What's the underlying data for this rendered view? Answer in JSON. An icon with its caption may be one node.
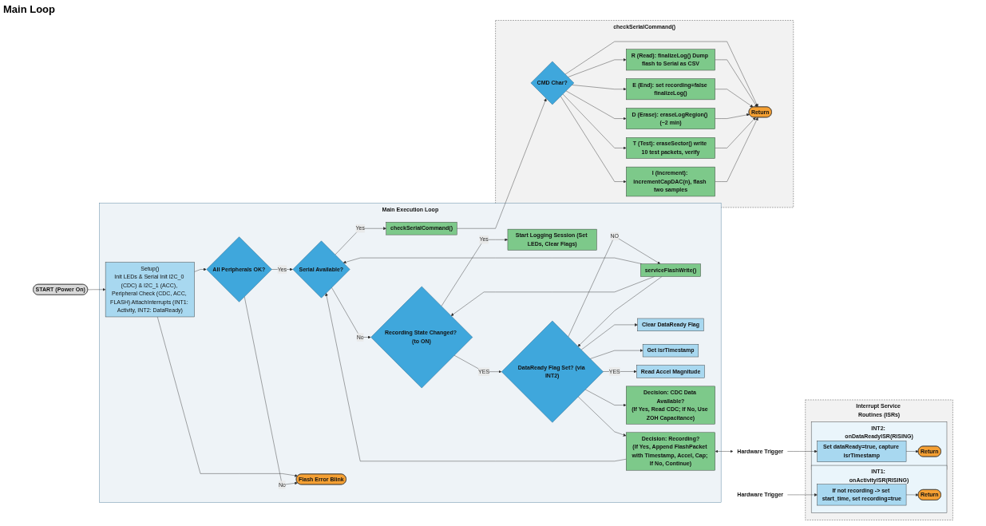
{
  "diagram": {
    "nodes": [
      {
        "text": [
          "START (Power On)"
        ]
      },
      {
        "text": [
          "Main Execution Loop"
        ]
      },
      {
        "text": [
          "Setup()",
          "Init LEDs & Serial Init I2C_0 (CDC) & I2C_1 (ACC), Peripheral Check (CDC, ACC, FLASH) AttachInterrupts (INT1: Activity, INT2: DataReady)"
        ],
        "in": 1
      },
      {
        "text": [
          "All Peripherals OK?"
        ],
        "in": 1
      },
      {
        "text": [
          "Flash Error Blink"
        ],
        "in": 1
      },
      {
        "text": [
          "Serial Available?"
        ],
        "in": 1
      },
      {
        "text": [
          "checkSerialCommand()"
        ],
        "in": 1
      },
      {
        "text": [
          "Recording State Changed? (to ON)"
        ],
        "in": 1
      },
      {
        "text": [
          "Start Logging Session (Set LEDs, Clear Flags)"
        ],
        "in": 1
      },
      {
        "text": [
          "DataReady Flag Set? (via INT2)"
        ],
        "in": 1
      },
      {
        "text": [
          "Clear DataReady Flag"
        ],
        "in": 1
      },
      {
        "text": [
          "Get isrTimestamp"
        ],
        "in": 1
      },
      {
        "text": [
          "Read Accel Magnitude"
        ],
        "in": 1
      },
      {
        "text": [
          "Decision: CDC Data Available?",
          "(If Yes, Read CDC; If No, Use ZOH Capacitance)"
        ],
        "in": 1
      },
      {
        "text": [
          "Decision: Recording?",
          "(If Yes, Append FlashPacket with Timestamp, Accel, Cap; If No, Continue)"
        ],
        "in": 1
      },
      {
        "text": [
          "serviceFlashWrite()"
        ],
        "in": 1
      },
      {
        "text": [
          "checkSerialCommand()"
        ]
      },
      {
        "text": [
          "CMD Char?"
        ],
        "in": 16
      },
      {
        "text": [
          "R (Read): finalizeLog() Dump flash to Serial as CSV"
        ],
        "in": 16
      },
      {
        "text": [
          "E (End): set recording=false finalizeLog()"
        ],
        "in": 16
      },
      {
        "text": [
          "D (Erase): eraseLogRegion() (~2 min)"
        ],
        "in": 16
      },
      {
        "text": [
          "T (Test): eraseSector() write 10 test packets, verify"
        ],
        "in": 16
      },
      {
        "text": [
          "I (Increment): incrementCapDAC(n), flash two samples"
        ],
        "in": 16
      },
      {
        "text": [
          "Return"
        ],
        "in": 16
      },
      {
        "text": [
          "Interrupt Service Routines (ISRs)"
        ]
      },
      {
        "text": [
          "INT1: onActivityISR(RISING)"
        ],
        "in": 24
      },
      {
        "text": [
          "If not recording -> set start_time, set recording=true"
        ],
        "in": 25
      },
      {
        "text": [
          "Return"
        ],
        "in": 25
      },
      {
        "text": [
          "INT2: onDataReadyISR(RISING)"
        ],
        "in": 24
      },
      {
        "text": [
          "Set dataReady=true, capture isrTimestamp"
        ],
        "in": 28
      },
      {
        "text": [
          "Return"
        ],
        "in": 28
      },
      {
        "text": [
          "Hardware Trigger"
        ]
      },
      {
        "text": [
          "Hardware Trigger"
        ]
      }
    ],
    "edges": [
      {
        "from": 0,
        "to": 2,
        "arrow": "to"
      },
      {
        "from": 2,
        "to": 3,
        "arrow": "to"
      },
      {
        "from": 2,
        "to": 4,
        "arrow": "to"
      },
      {
        "from": 3,
        "to": 4,
        "arrow": "to",
        "label": "No"
      },
      {
        "from": 3,
        "to": 5,
        "arrow": "to",
        "label": "Yes"
      },
      {
        "from": 5,
        "to": 6,
        "arrow": "to",
        "label": "Yes"
      },
      {
        "from": 5,
        "to": 7,
        "arrow": "to",
        "label": "No"
      },
      {
        "from": 7,
        "to": 8,
        "arrow": "to",
        "label": "Yes"
      },
      {
        "from": 7,
        "to": 9,
        "arrow": "to",
        "label": "YES"
      },
      {
        "from": 9,
        "to": 10,
        "arrow": "to"
      },
      {
        "from": 9,
        "to": 11,
        "arrow": "to"
      },
      {
        "from": 9,
        "to": 12,
        "arrow": "to",
        "label": "YES"
      },
      {
        "from": 9,
        "to": 13,
        "arrow": "to"
      },
      {
        "from": 9,
        "to": 14,
        "arrow": "to"
      },
      {
        "from": 9,
        "to": 15,
        "arrow": "to",
        "label": "NO"
      },
      {
        "from": 15,
        "to": 5,
        "arrow": "to"
      },
      {
        "from": 15,
        "to": 7,
        "arrow": "to"
      },
      {
        "from": 15,
        "to": 9,
        "arrow": "to"
      },
      {
        "from": 14,
        "to": 5,
        "arrow": "to"
      },
      {
        "from": 6,
        "to": 17,
        "arrow": "to"
      },
      {
        "from": 17,
        "to": 18,
        "arrow": "to"
      },
      {
        "from": 17,
        "to": 19,
        "arrow": "to"
      },
      {
        "from": 17,
        "to": 20,
        "arrow": "to"
      },
      {
        "from": 17,
        "to": 21,
        "arrow": "to"
      },
      {
        "from": 17,
        "to": 22,
        "arrow": "to"
      },
      {
        "from": 17,
        "to": 23,
        "arrow": "to"
      },
      {
        "from": 18,
        "to": 23,
        "arrow": "to"
      },
      {
        "from": 19,
        "to": 23,
        "arrow": "to"
      },
      {
        "from": 20,
        "to": 23,
        "arrow": "to"
      },
      {
        "from": 21,
        "to": 23,
        "arrow": "to"
      },
      {
        "from": 22,
        "to": 23,
        "arrow": "to"
      },
      {
        "from": 26,
        "to": 27,
        "arrow": "to"
      },
      {
        "from": 29,
        "to": 30,
        "arrow": "to"
      },
      {
        "from": 31,
        "to": 26,
        "arrow": "to"
      },
      {
        "from": 32,
        "to": 29,
        "arrow": "to"
      },
      {
        "from": 14,
        "to": 32,
        "arrow": "both"
      }
    ],
    "labels": [
      "Main Loop"
    ]
  }
}
